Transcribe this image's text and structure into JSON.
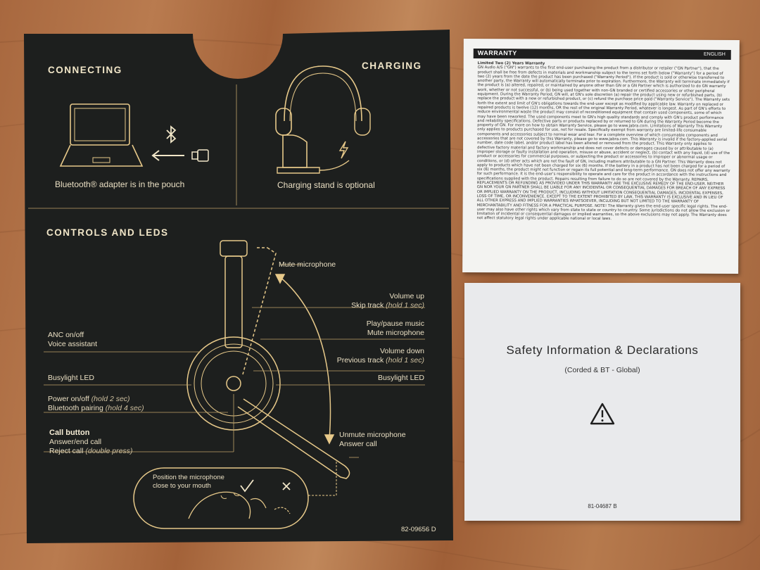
{
  "card": {
    "connecting_title": "CONNECTING",
    "charging_title": "CHARGING",
    "bluetooth_caption": "Bluetooth® adapter is in the pouch",
    "charging_caption": "Charging stand is optional",
    "controls_title": "CONTROLS AND LEDS",
    "mute_microphone": "Mute microphone",
    "volume_up": "Volume up",
    "skip_track": "Skip track",
    "skip_track_hint": "(hold 1 sec)",
    "play_pause": "Play/pause music",
    "mute_microphone_2": "Mute microphone",
    "volume_down": "Volume down",
    "previous_track": "Previous track",
    "previous_track_hint": "(hold 1 sec)",
    "busylight_right": "Busylight LED",
    "anc": "ANC on/off",
    "voice_assistant": "Voice assistant",
    "busylight_left": "Busylight LED",
    "power": "Power on/off",
    "power_hint": "(hold 2 sec)",
    "bt_pairing": "Bluetooth pairing",
    "bt_pairing_hint": "(hold 4 sec)",
    "call_button": "Call button",
    "answer_end": "Answer/end call",
    "reject": "Reject call",
    "reject_hint": "(double press)",
    "unmute": "Unmute microphone",
    "answer_call": "Answer call",
    "position_mic_1": "Position the microphone",
    "position_mic_2": "close to your mouth",
    "part_number": "82-09656 D"
  },
  "warranty": {
    "header": "WARRANTY",
    "language": "ENGLISH",
    "heading": "Limited Two (2) Years Warranty",
    "body": "GN Audio A/S (\"GN\") warrants to the first end-user purchasing the product from a distributor or retailer (\"GN Partner\"), that the product shall be free from defects in materials and workmanship subject to the terms set forth below (\"Warranty\") for a period of two (2) years from the date the product has been purchased (\"Warranty Period\"). If the product is sold or otherwise transferred to another party, the Warranty will automatically terminate prior to expiration. Furthermore, the Warranty will terminate immediately if the product is (a) altered, repaired, or maintained by anyone other than GN or a GN Partner which is authorized to do GN warranty work, whether or not successful, or (b) being used together with non-GN branded or certified accessories or other peripheral equipment. During the Warranty Period, GN will, at GN's sole discretion (a) repair the product using new or refurbished parts, (b) replace the product with a new or refurbished product, or (c) refund the purchase price paid (\"Warranty Service\"). The Warranty sets forth the extent and limit of GN's obligations towards the end-user except as modified by applicable law. Warranty on replaced or repaired products is twelve (12) months, OR the rest of the original Warranty Period, whatever is longest. As part of GN's efforts to reduce environmental waste the product may consist of reconditioned equipment that contain used components, some of which may have been reworked. The used components meet to GN's high quality standards and comply with GN's product performance and reliability specifications. Defective parts or products replaced by or returned to GN during the Warranty Period become the property of GN. For more on how to obtain Warranty Service, please go to www.jabra.com. Limitations of Warranty This Warranty only applies to products purchased for use, not for resale. Specifically exempt from warranty are limited-life consumable components and accessories subject to normal wear and tear. For a complete overview of which consumable components and accessories that are not covered by this Warranty, please go to www.jabra.com. This Warranty is invalid if the factory-applied serial number, date code label, and/or product label has been altered or removed from the product. This Warranty only applies to defective factory material and factory workmanship and does not cover defects or damages caused by or attributable to (a) improper storage or faulty installation and operation, misuse or abuse, accident or neglect, (b) contact with any liquid, (d) use of the product or accessories for commercial purposes, or subjecting the product or accessories to improper or abnormal usage or conditions, or (d) other acts which are not the fault of GN, including matters attributable to a GN Partner. This Warranty does not apply to products which have not been charged for six (6) months. If the battery in a product has not been charged for a period of six (6) months, the product might not function or regain its full potential and long-term performance. GN does not offer any warranty for such performance. It is the end-user's responsibility to operate and care for the product in accordance with the instructions and specifications supplied with the product. Repairs resulting from failure to do so are not covered by the Warranty. REPAIRS, REPLACEMENTS OR REFUNDING AS PROVIDED UNDER THIS WARRANTY ARE THE EXCLUSIVE REMEDY OF THE END-USER. NEITHER GN NOR YOUR GN PARTNER SHALL BE LIABLE FOR ANY INCIDENTAL OR CONSEQUENTIAL DAMAGES FOR BREACH OF ANY EXPRESS OR IMPLIED WARRANTY ON THE PRODUCT, INCLUDING WITHOUT LIMITATION CONSEQUENTIAL DAMAGES, INCIDENTAL EXPENSES, LOSS OF TIME, OR INCONVENIENCE. EXCEPT TO THE EXTENT PROHIBITED BY LAW, THIS WARRANTY IS EXCLUSIVE AND IN LIEU OF ALL OTHER EXPRESS AND IMPLIED WARRANTIES WHATSOEVER, INCLUDING BUT NOT LIMITED TO THE WARRANTY OF MERCHANTABILITY AND FITNESS FOR A PRACTICAL PURPOSE. NOTE! The Warranty gives the end-user specific legal rights. The end-user may also have other rights which vary from state to state or country to country. Some jurisdictions do not allow the exclusion or limitation of incidental or consequential damages or implied warranties, so the above exclusions may not apply. The Warranty does not affect statutory legal rights under applicable national or local laws."
  },
  "safety": {
    "title": "Safety Information & Declarations",
    "subtitle": "(Corded & BT - Global)",
    "code": "81-04687 B"
  },
  "icons": [
    "bluetooth-icon",
    "laptop-icon",
    "usb-adapter-icon",
    "headset-on-stand-icon",
    "lightning-icon",
    "warning-triangle-icon",
    "headset-diagram",
    "face-profile-icon",
    "check-icon",
    "cross-icon"
  ]
}
